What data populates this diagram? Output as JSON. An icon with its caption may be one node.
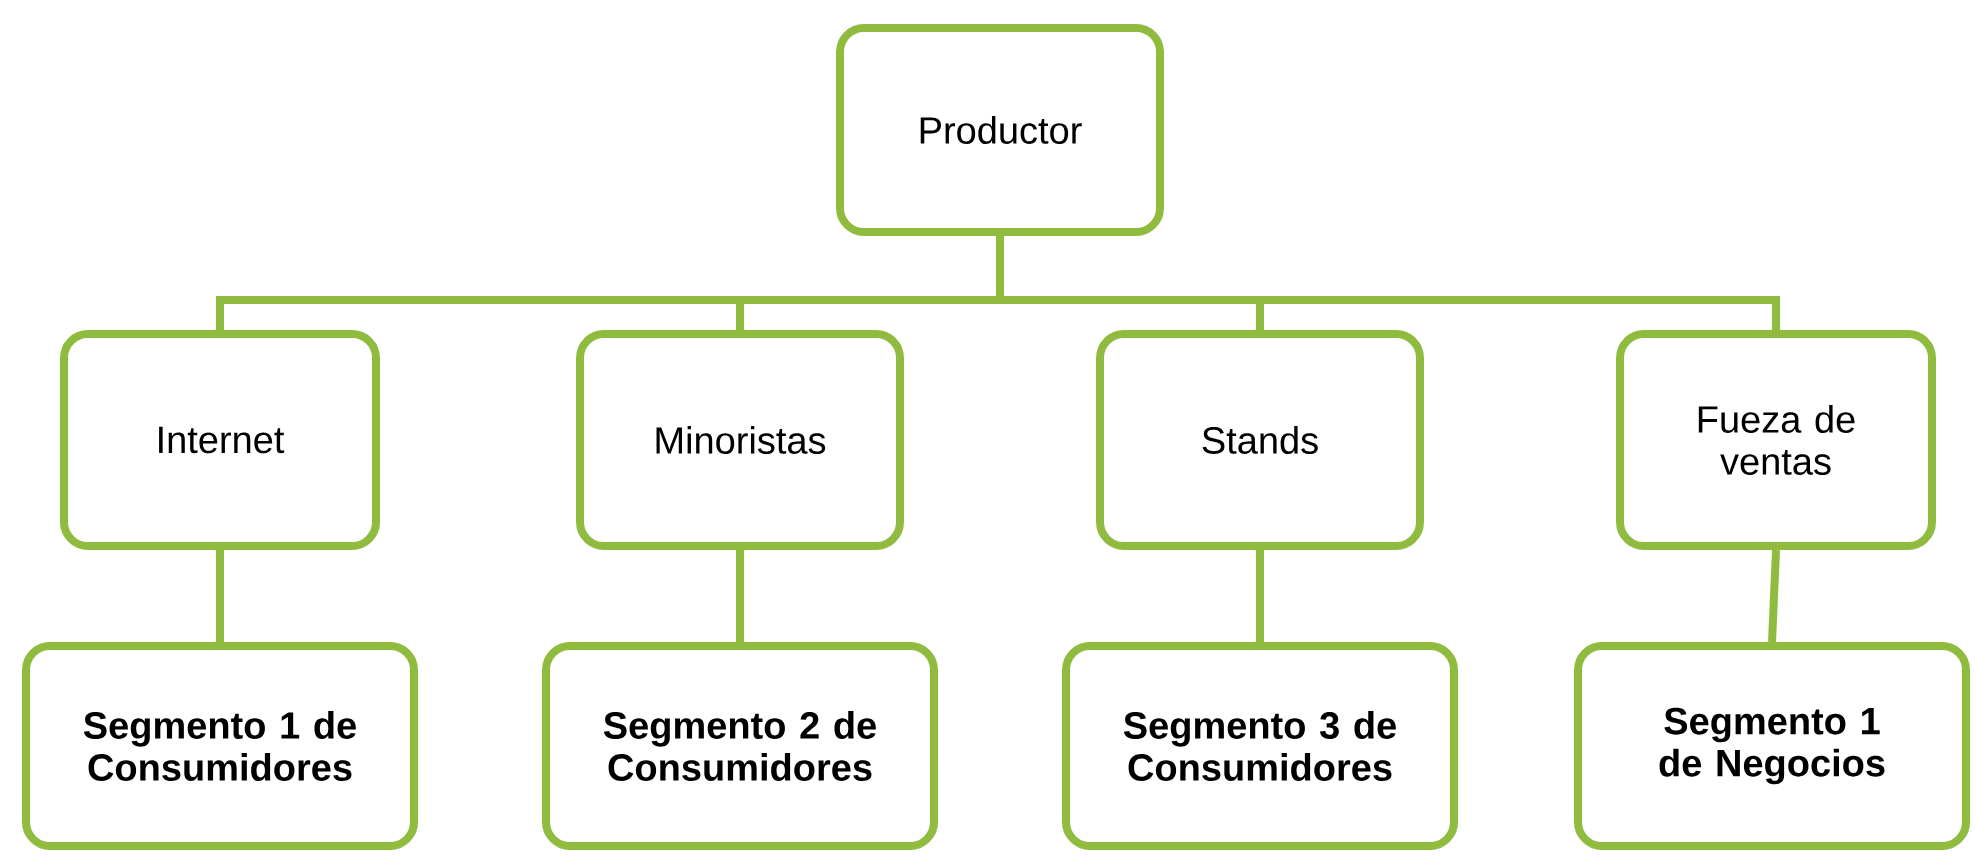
{
  "diagram": {
    "nodes": [
      {
        "text": [
          "Productor"
        ]
      },
      {
        "text": [
          "Internet"
        ]
      },
      {
        "text": [
          "Minoristas"
        ]
      },
      {
        "text": [
          "Stands"
        ]
      },
      {
        "text": [
          "Fueza de ventas"
        ]
      },
      {
        "text": [
          "Segmento 1 de Consumidores"
        ]
      },
      {
        "text": [
          "Segmento 2 de Consumidores"
        ]
      },
      {
        "text": [
          "Segmento 3 de Consumidores"
        ]
      },
      {
        "text": [
          "Segmento 1 de Negocios"
        ]
      }
    ],
    "edges": [
      {
        "from": 0,
        "to": 1,
        "arrow": "none"
      },
      {
        "from": 0,
        "to": 2,
        "arrow": "none"
      },
      {
        "from": 0,
        "to": 3,
        "arrow": "none"
      },
      {
        "from": 0,
        "to": 4,
        "arrow": "none"
      },
      {
        "from": 1,
        "to": 5,
        "arrow": "none"
      },
      {
        "from": 2,
        "to": 6,
        "arrow": "none"
      },
      {
        "from": 3,
        "to": 7,
        "arrow": "none"
      },
      {
        "from": 4,
        "to": 8,
        "arrow": "none"
      }
    ]
  }
}
